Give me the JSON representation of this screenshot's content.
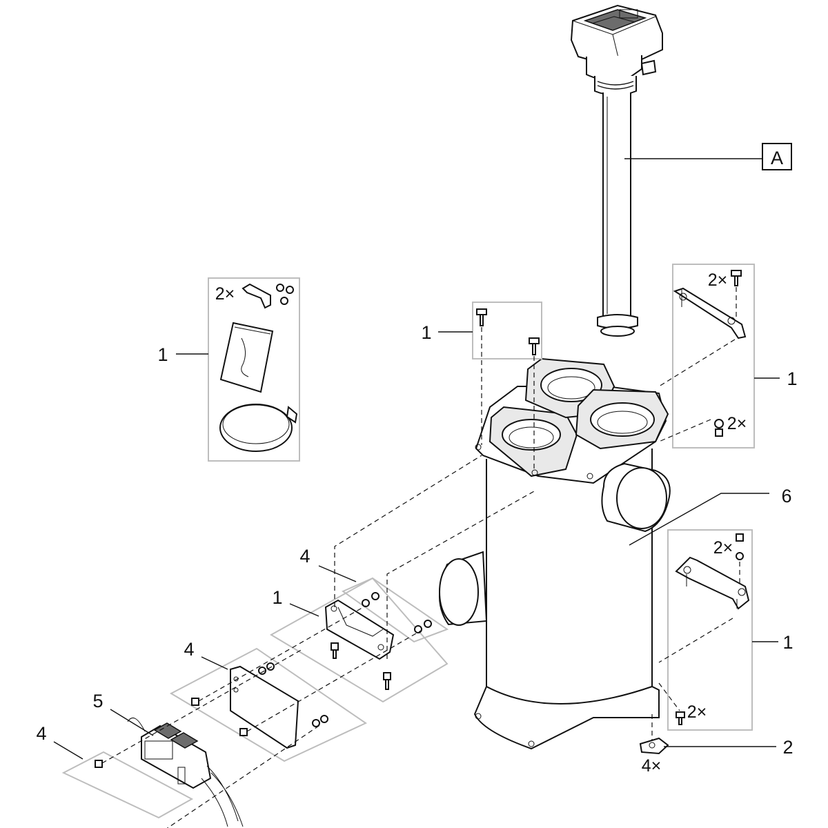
{
  "callouts": {
    "a_label": "A",
    "kit_1": "1",
    "bracket_1": "1",
    "rail_1": "1",
    "foot_bracket_1": "1",
    "base_1": "1",
    "body_6": "6",
    "clamp_2": "2",
    "plate_4": "4",
    "bracket_4": "4",
    "switch_4": "4",
    "switch_5": "5"
  },
  "quantities": {
    "kit_clip": "2×",
    "rail_screw": "2×",
    "rail_nut": "2×",
    "foot_nut": "2×",
    "foot_screw": "2×",
    "clamp": "4×"
  }
}
